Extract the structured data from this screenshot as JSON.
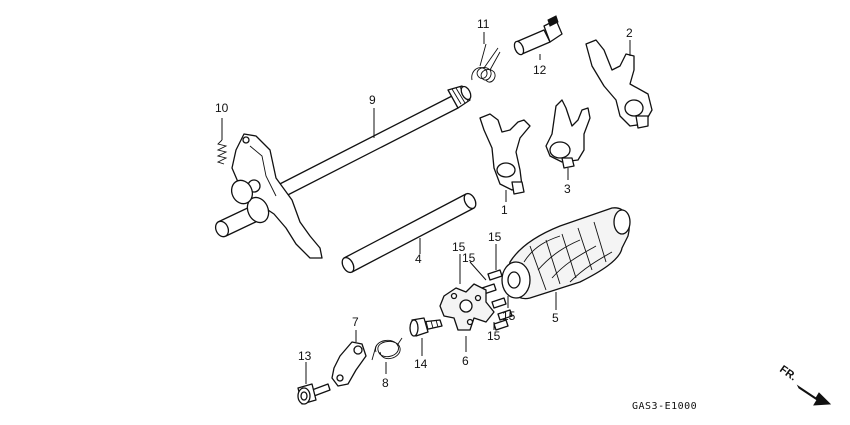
{
  "diagram": {
    "callouts": {
      "c1": "1",
      "c2": "2",
      "c3": "3",
      "c4": "4",
      "c5": "5",
      "c6": "6",
      "c7": "7",
      "c8": "8",
      "c9": "9",
      "c10": "10",
      "c11": "11",
      "c12": "12",
      "c13": "13",
      "c14": "14",
      "c15a": "15",
      "c15b": "15",
      "c15c": "15",
      "c15d": "15",
      "c15e": "15"
    },
    "diagram_code": "GAS3-E1000",
    "direction_label": "FR."
  }
}
